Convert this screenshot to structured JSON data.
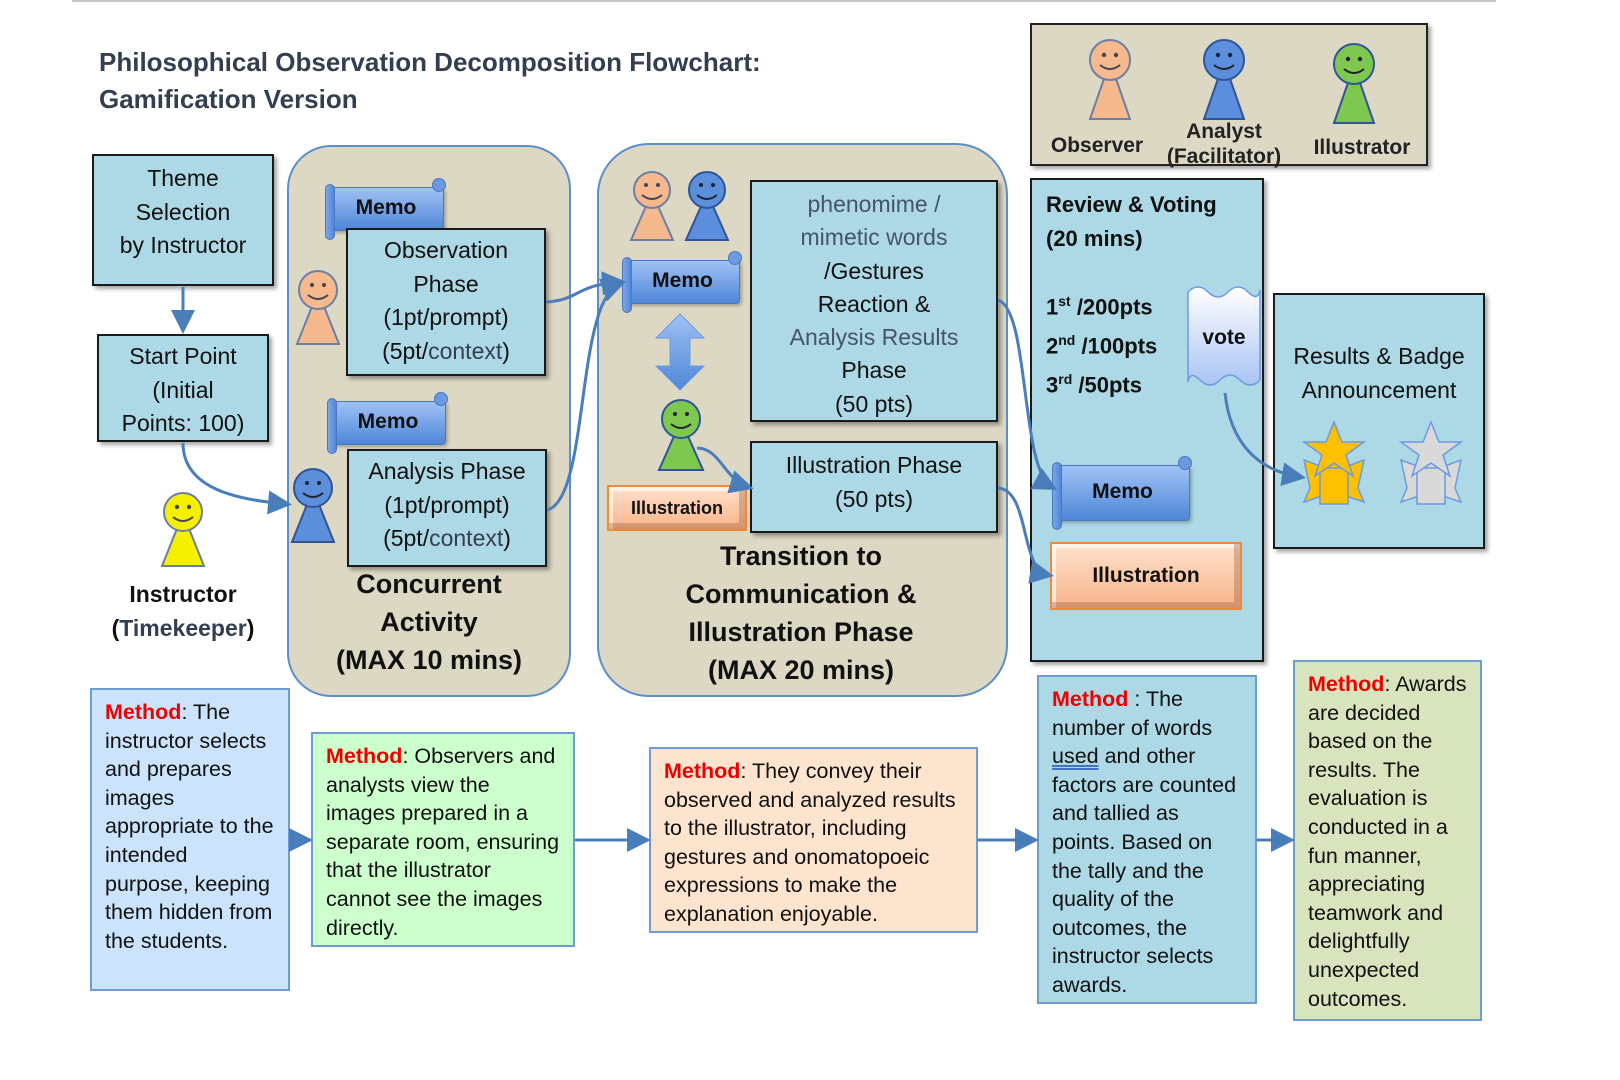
{
  "title": {
    "line1": "Philosophical Observation Decomposition Flowchart:",
    "line2": "Gamification Version"
  },
  "legend": {
    "roles": [
      {
        "label": "Observer",
        "icon": "observer-pawn-icon",
        "color": "#f6b98d"
      },
      {
        "label_line1": "Analyst",
        "label_line2": "(Facilitator)",
        "icon": "analyst-pawn-icon",
        "color": "#5b8fdc"
      },
      {
        "label": "Illustrator",
        "icon": "illustrator-pawn-icon",
        "color": "#7ec850"
      }
    ]
  },
  "theme_selection": {
    "lines": [
      "Theme",
      "Selection",
      "by Instructor"
    ]
  },
  "start_point": {
    "lines": [
      "Start Point",
      "(Initial",
      "Points: 100)"
    ]
  },
  "instructor": {
    "label": "Instructor",
    "sublabel_open": "(",
    "sublabel_word": "Timekeeper",
    "sublabel_close": ")",
    "icon_color": "#f5f000"
  },
  "concurrent": {
    "memo1": "Memo",
    "memo2": "Memo",
    "observation": {
      "lines": [
        "Observation",
        "Phase",
        "(1pt/prompt)"
      ],
      "line4_prefix": "(5pt/",
      "line4_word": "context",
      "line4_suffix": ")"
    },
    "analysis": {
      "lines": [
        "Analysis Phase",
        "(1pt/prompt)"
      ],
      "line3_prefix": "(5pt/",
      "line3_word": "context",
      "line3_suffix": ")"
    },
    "label": [
      "Concurrent",
      "Activity",
      "(MAX 10 mins)"
    ]
  },
  "transition": {
    "memo": "Memo",
    "illustration_tag": "Illustration",
    "reaction_box": {
      "line1": "phenomime /",
      "line2": "mimetic words",
      "line3": "/Gestures",
      "line4": "Reaction &",
      "line5": "Analysis Results",
      "line6": "Phase",
      "line7": "(50 pts)"
    },
    "illustration_box": [
      "Illustration Phase",
      "(50 pts)"
    ],
    "label": [
      "Transition to",
      "Communication &",
      "Illustration Phase",
      "(MAX 20 mins)"
    ]
  },
  "review": {
    "title_line1": "Review & Voting",
    "title_line2": "(20 mins)",
    "ranks": [
      {
        "num": "1",
        "sup": "st",
        "pts": " /200pts"
      },
      {
        "num": "2",
        "sup": "nd",
        "pts": " /100pts"
      },
      {
        "num": "3",
        "sup": "rd",
        "pts": " /50pts"
      }
    ],
    "vote": "vote",
    "memo": "Memo",
    "illustration": "Illustration"
  },
  "results": {
    "lines": [
      "Results & Badge",
      "Announcement"
    ],
    "badges": [
      {
        "name": "gold-badge-icon",
        "color": "#ffc000"
      },
      {
        "name": "silver-badge-icon",
        "color": "#d9d9d9"
      }
    ]
  },
  "methods": [
    {
      "label": "Method",
      "text": ": The instructor selects and prepares images appropriate to the intended purpose, keeping them hidden from the students.",
      "bg": "#cce4fb"
    },
    {
      "label": "Method",
      "text": ": Observers and analysts view the images prepared in a separate room, ensuring that the illustrator cannot see the images directly.",
      "bg": "#ccffcc"
    },
    {
      "label": "Method",
      "text": ": They convey their observed and analyzed results to the illustrator, including gestures and onomatopoeic expressions to make the explanation enjoyable.",
      "bg": "#fde4cf"
    },
    {
      "label": "Method",
      "text_a": " : The number of words ",
      "underlined": "used",
      "text_b": " and other factors are counted and tallied as points. Based on the tally and the quality of the outcomes, the instructor selects awards.",
      "bg": "#add8e6"
    },
    {
      "label": "Method",
      "text": ": Awards are decided based on the results. The evaluation is conducted in a fun manner, appreciating teamwork and delightfully unexpected outcomes.",
      "bg": "#d7e4bd"
    }
  ],
  "colors": {
    "box_fill": "#add8e6",
    "group_fill": "#ddd8c4",
    "connector": "#4a7ebb",
    "method_label": "#ee0000",
    "title": "#333f50"
  }
}
